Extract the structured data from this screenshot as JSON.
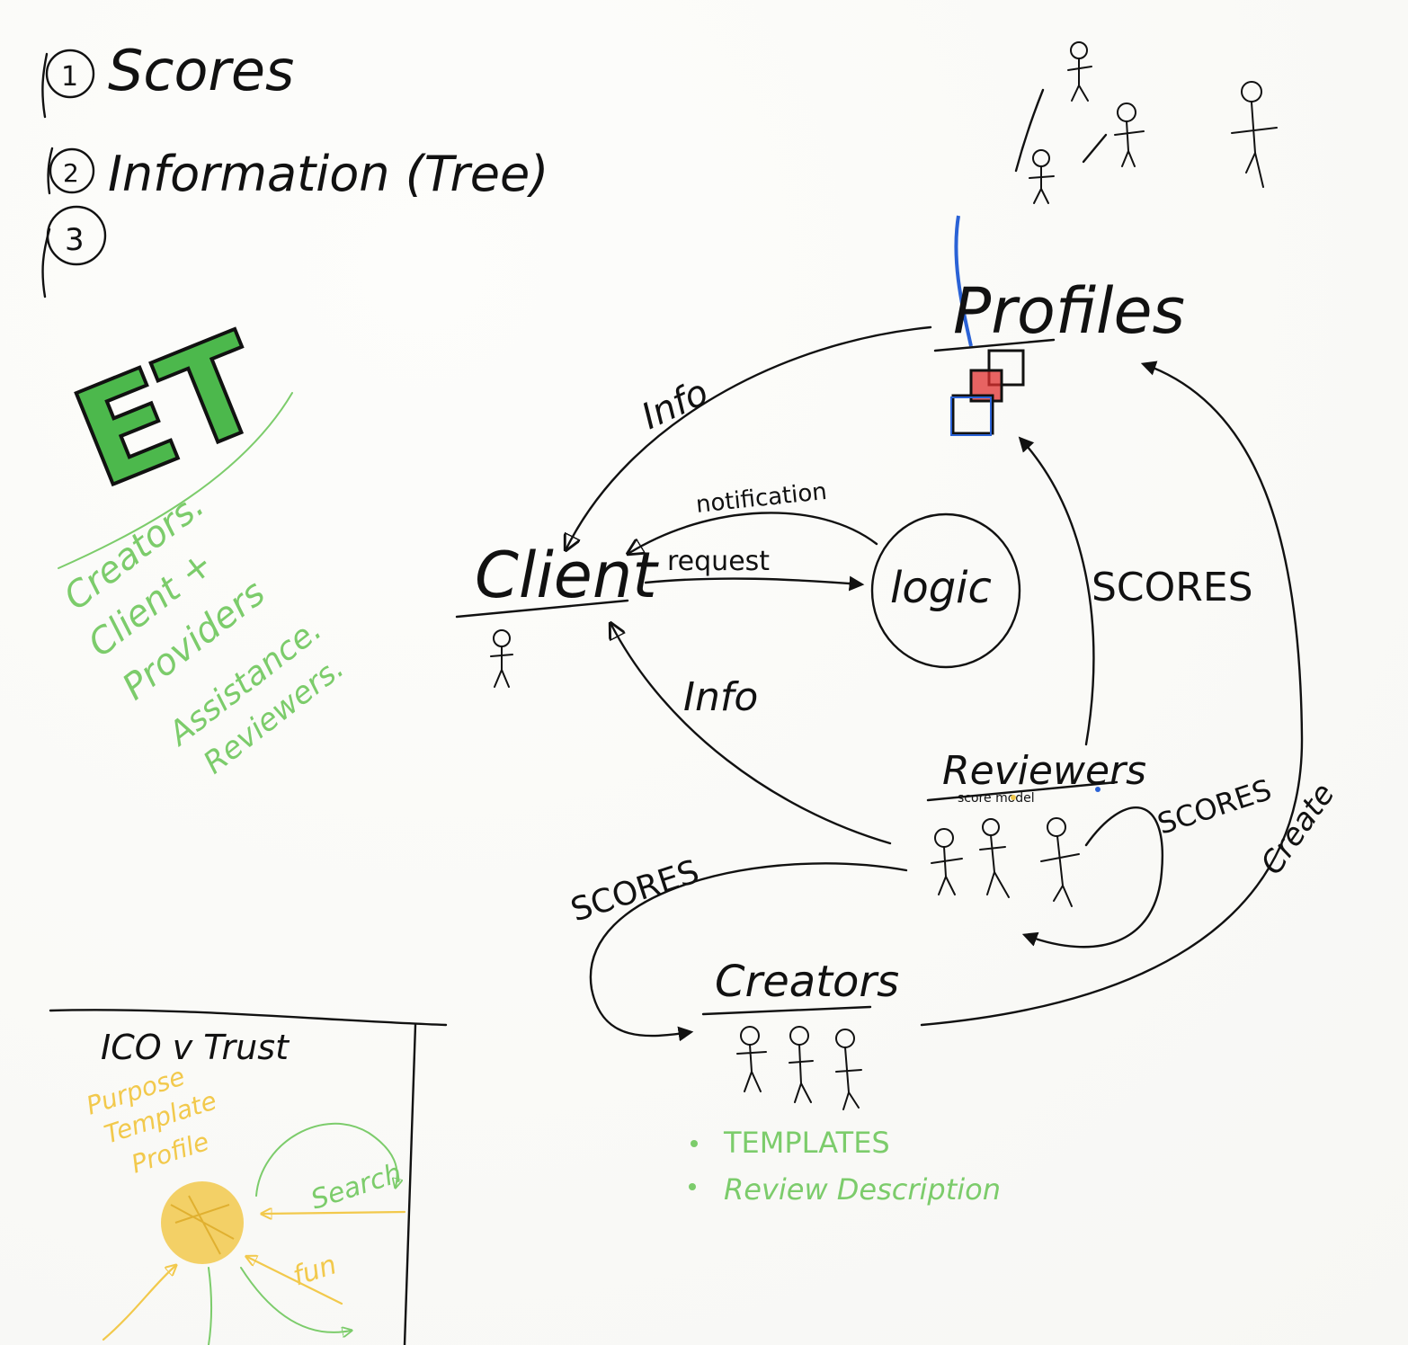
{
  "list": {
    "item1_num": "1",
    "item1_text": "Scores",
    "item2_num": "2",
    "item2_text": "Information (Tree)",
    "item3_num": "3"
  },
  "logo": {
    "text": "ET"
  },
  "roles_note": {
    "lines": [
      "Creators.",
      "Client +",
      "Providers",
      "Assistance.",
      "Reviewers."
    ]
  },
  "nodes": {
    "client": "Client",
    "logic": "logic",
    "profiles": "Profiles",
    "reviewers": "Reviewers",
    "reviewers_sub": "score  model",
    "creators": "Creators"
  },
  "edges": {
    "info_top": "Info",
    "notification": "notification",
    "request": "request",
    "info_bottom": "Info",
    "scores_right": "SCORES",
    "scores_reviewers": "SCORES",
    "scores_left": "SCORES",
    "create": "Create"
  },
  "creator_notes": [
    "TEMPLATES",
    "Review Description"
  ],
  "box": {
    "title": "ICO v Trust",
    "yellow_lines": [
      "Purpose",
      "Template",
      "Profile"
    ],
    "label_search": "Search",
    "label_fun": "fun"
  },
  "colors": {
    "ink": "#111111",
    "green": "#7ccc6b",
    "yellow": "#f2c94c",
    "red": "#e03030",
    "blue": "#2a62d6",
    "logo_green": "#4cb84c"
  }
}
